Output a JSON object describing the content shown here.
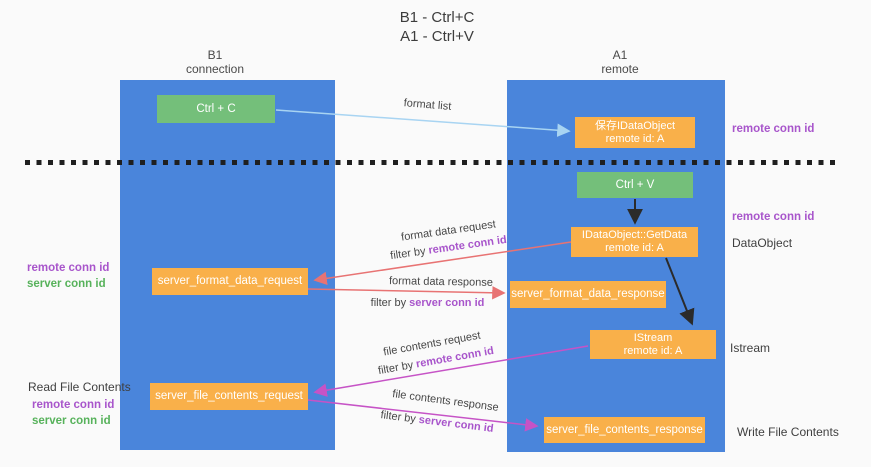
{
  "title": {
    "line1": "B1 - Ctrl+C",
    "line2": "A1 - Ctrl+V"
  },
  "lanes": {
    "b1": {
      "header_top": "B1",
      "header_bottom": "connection"
    },
    "a1": {
      "header_top": "A1",
      "header_bottom": "remote"
    }
  },
  "boxes": {
    "ctrl_c": "Ctrl + C",
    "ctrl_v": "Ctrl + V",
    "save_idataobject": "保存IDataObject",
    "getdata": "IDataObject::GetData",
    "istream": "IStream",
    "remote_id_a": "remote id: A",
    "format_request": "server_format_data_request",
    "format_response": "server_format_data_response",
    "file_request": "server_file_contents_request",
    "file_response": "server_file_contents_response"
  },
  "arrow_labels": {
    "format_list": "format list",
    "format_data_request": "format data request",
    "format_data_response": "format data response",
    "file_contents_request": "file contents request",
    "file_contents_response": "file contents response",
    "filter_prefix": "filter by ",
    "remote_conn_id": "remote conn id",
    "server_conn_id": "server conn id"
  },
  "side_labels": {
    "left": {
      "remote_conn_id": "remote conn id",
      "server_conn_id": "server conn id",
      "read_file_contents": "Read File Contents"
    },
    "right": {
      "remote_conn_id_top": "remote conn id",
      "remote_conn_id_mid": "remote conn id",
      "dataobject": "DataObject",
      "istream": "Istream",
      "write_file_contents": "Write File Contents"
    }
  },
  "colors": {
    "lane_blue": "#4a85db",
    "box_orange": "#f9b04a",
    "box_green": "#74bf7a",
    "arrow_red": "#e87373",
    "arrow_magenta": "#c653c6",
    "arrow_lightblue": "#a8d4f2",
    "arrow_black": "#2b2b2b",
    "label_purple": "#a855cb",
    "label_green": "#57b25b",
    "background": "#fafafa"
  }
}
